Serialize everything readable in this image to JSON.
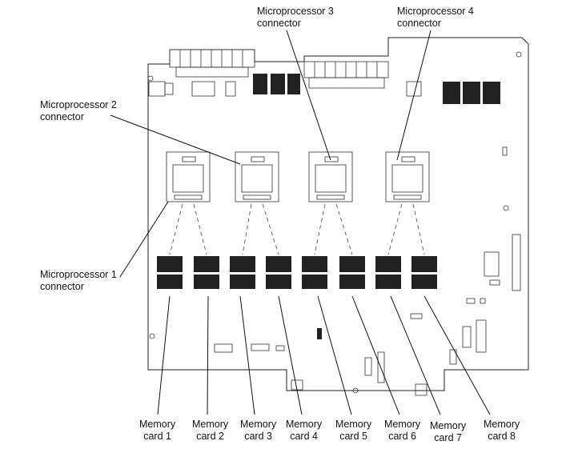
{
  "labels": {
    "cpu1": [
      "Microprocessor 1",
      "connector"
    ],
    "cpu2": [
      "Microprocessor 2",
      "connector"
    ],
    "cpu3": [
      "Microprocessor 3",
      "connector"
    ],
    "cpu4": [
      "Microprocessor 4",
      "connector"
    ]
  },
  "memory_cards": [
    [
      "Memory",
      "card 1"
    ],
    [
      "Memory",
      "card 2"
    ],
    [
      "Memory",
      "card 3"
    ],
    [
      "Memory",
      "card 4"
    ],
    [
      "Memory",
      "card 5"
    ],
    [
      "Memory",
      "card 6"
    ],
    [
      "Memory",
      "card 7"
    ],
    [
      "Memory",
      "card 8"
    ]
  ]
}
